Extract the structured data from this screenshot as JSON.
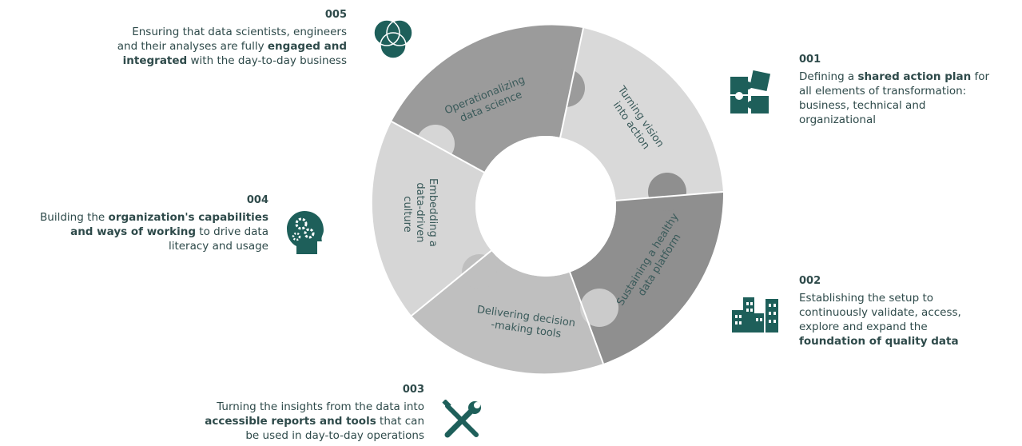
{
  "colors": {
    "teal": "#1e5f5a",
    "text": "#2e4a4a",
    "seg_dark": "#9b9b9b",
    "seg_light": "#d9d9d9",
    "seg_mid": "#bfbfbf",
    "seg_darker": "#8f8f8f"
  },
  "ring": {
    "segments": [
      {
        "label_lines": [
          "Operationalizing",
          "data science"
        ]
      },
      {
        "label_lines": [
          "Turning vision",
          "into action"
        ]
      },
      {
        "label_lines": [
          "Sustaining a healthy",
          "data platform"
        ]
      },
      {
        "label_lines": [
          "Delivering decision",
          "-making tools"
        ]
      },
      {
        "label_lines": [
          "Embedding a",
          "data-driven",
          "culture"
        ]
      }
    ]
  },
  "items": {
    "i005": {
      "number": "005",
      "icon": "venn-circles-icon",
      "line1": "Ensuring that data scientists, engineers",
      "line2_pre": "and their analyses are fully ",
      "line2_bold": "engaged and",
      "line3_bold": "integrated",
      "line3_post": " with the day-to-day business"
    },
    "i001": {
      "number": "001",
      "icon": "puzzle-icon",
      "line1_pre": "Defining a ",
      "line1_bold": "shared action plan",
      "line1_post": " for",
      "line2": "all elements of transformation:",
      "line3": "business, technical and",
      "line4": "organizational"
    },
    "i004": {
      "number": "004",
      "icon": "head-gears-icon",
      "line1_pre": "Building the ",
      "line1_bold": "organization's capabilities",
      "line2_bold": "and ways of working",
      "line2_post": " to drive data",
      "line3": "literacy and usage"
    },
    "i002": {
      "number": "002",
      "icon": "buildings-icon",
      "line1": "Establishing the setup to",
      "line2": "continuously validate, access,",
      "line3": "explore and expand the",
      "line4_bold": "foundation of quality data"
    },
    "i003": {
      "number": "003",
      "icon": "wrench-screwdriver-icon",
      "line1": "Turning the insights from the data into",
      "line2_bold": "accessible reports and tools",
      "line2_post": " that can",
      "line3": "be used in day-to-day operations"
    }
  }
}
